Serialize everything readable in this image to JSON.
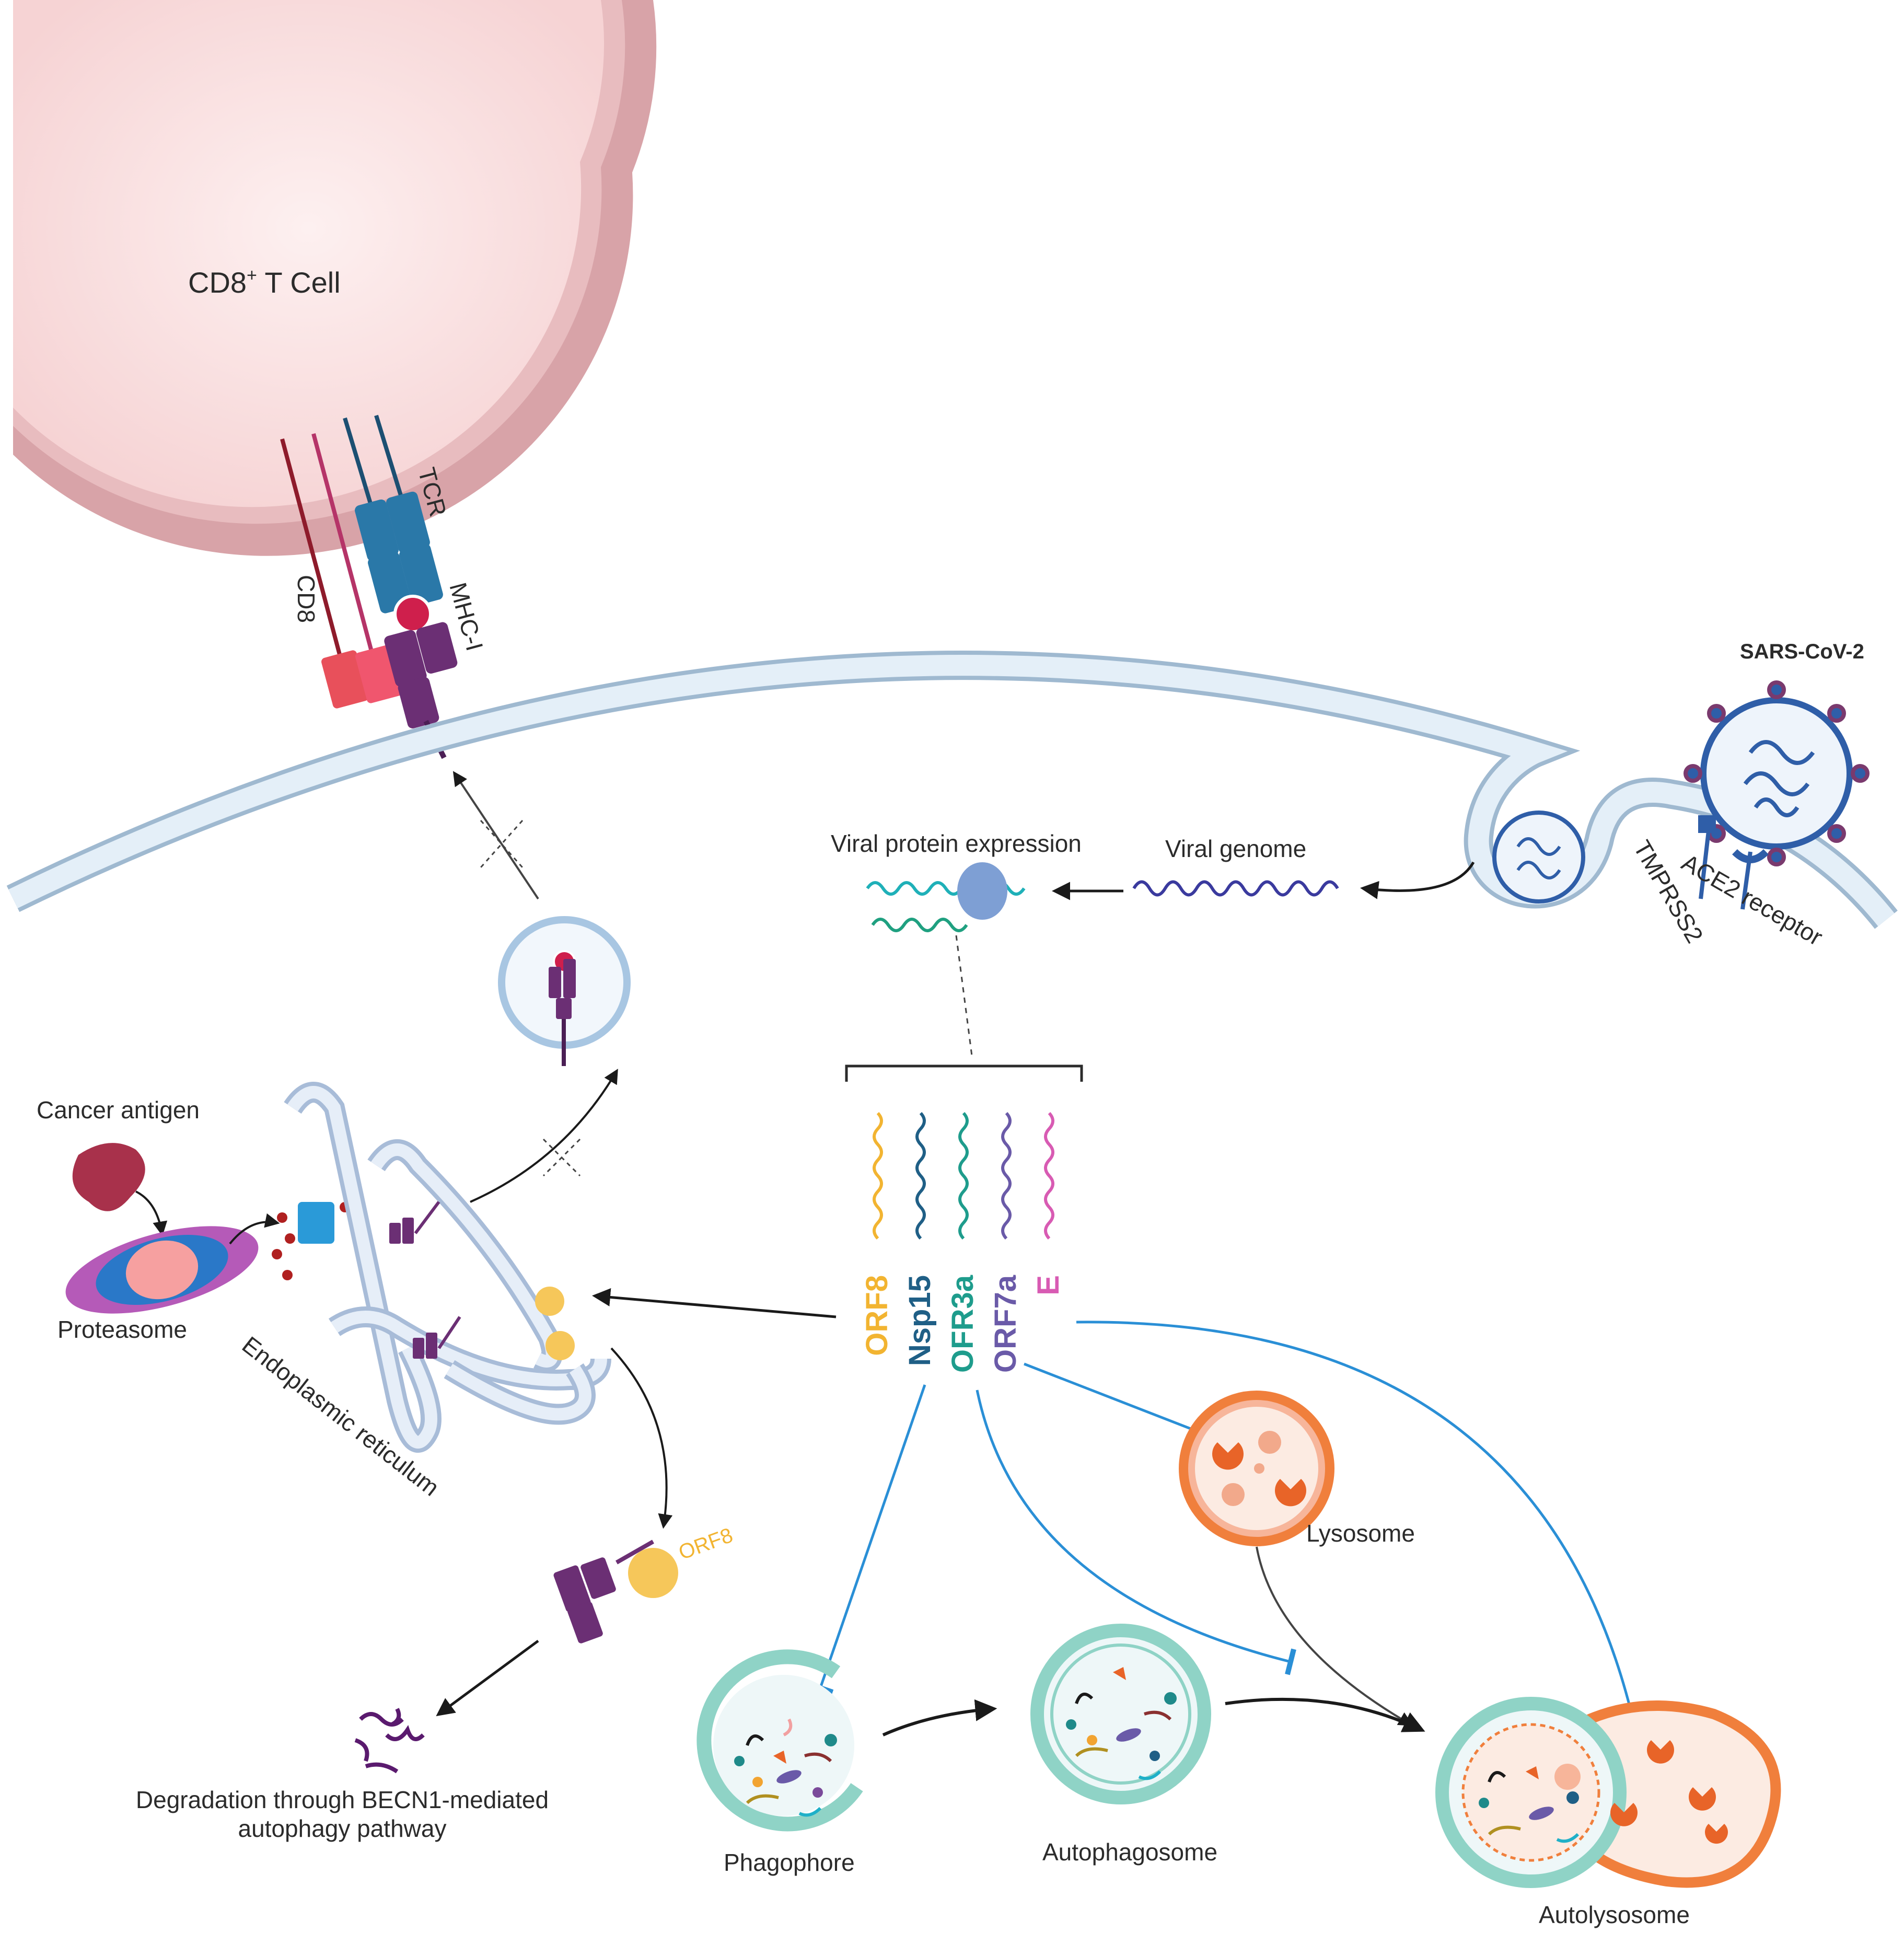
{
  "labels": {
    "t_cell": "CD8",
    "t_cell_sup": "+",
    "t_cell_rest": " T Cell",
    "cd8": "CD8",
    "tcr": "TCR",
    "mhc": "MHC-I",
    "virus": "SARS-CoV-2",
    "tmprss2": "TMPRSS2",
    "ace2": "ACE2 receptor",
    "viral_genome": "Viral genome",
    "viral_protein": "Viral protein expression",
    "cancer_antigen": "Cancer antigen",
    "proteasome": "Proteasome",
    "er": "Endoplasmic reticulum",
    "orf8_small": "ORF8",
    "degradation_1": "Degradation through BECN1-mediated",
    "degradation_2": "autophagy pathway",
    "lysosome": "Lysosome",
    "phagophore": "Phagophore",
    "autophagosome": "Autophagosome",
    "autolysosome": "Autolysosome"
  },
  "proteins": [
    {
      "name": "ORF8",
      "color": "#f2b431"
    },
    {
      "name": "Nsp15",
      "color": "#1f5f86"
    },
    {
      "name": "OFR3a",
      "color": "#1e9c8c"
    },
    {
      "name": "ORF7a",
      "color": "#6a5aa8"
    },
    {
      "name": "E",
      "color": "#d85bb3"
    }
  ],
  "colors": {
    "tcell_fill": "#fbe3e3",
    "tcell_ring": "#d8a3a8",
    "membrane": "#c9dcec",
    "membrane_edge": "#9fb9d0",
    "mhc": "#6b2f74",
    "tcr": "#2a78a8",
    "cd8_red": "#e8505b",
    "inhibit": "#2a8fd6",
    "arrow": "#1a1a1a",
    "lysosome": "#f07f3c",
    "phagophore": "#8fd3c6"
  }
}
